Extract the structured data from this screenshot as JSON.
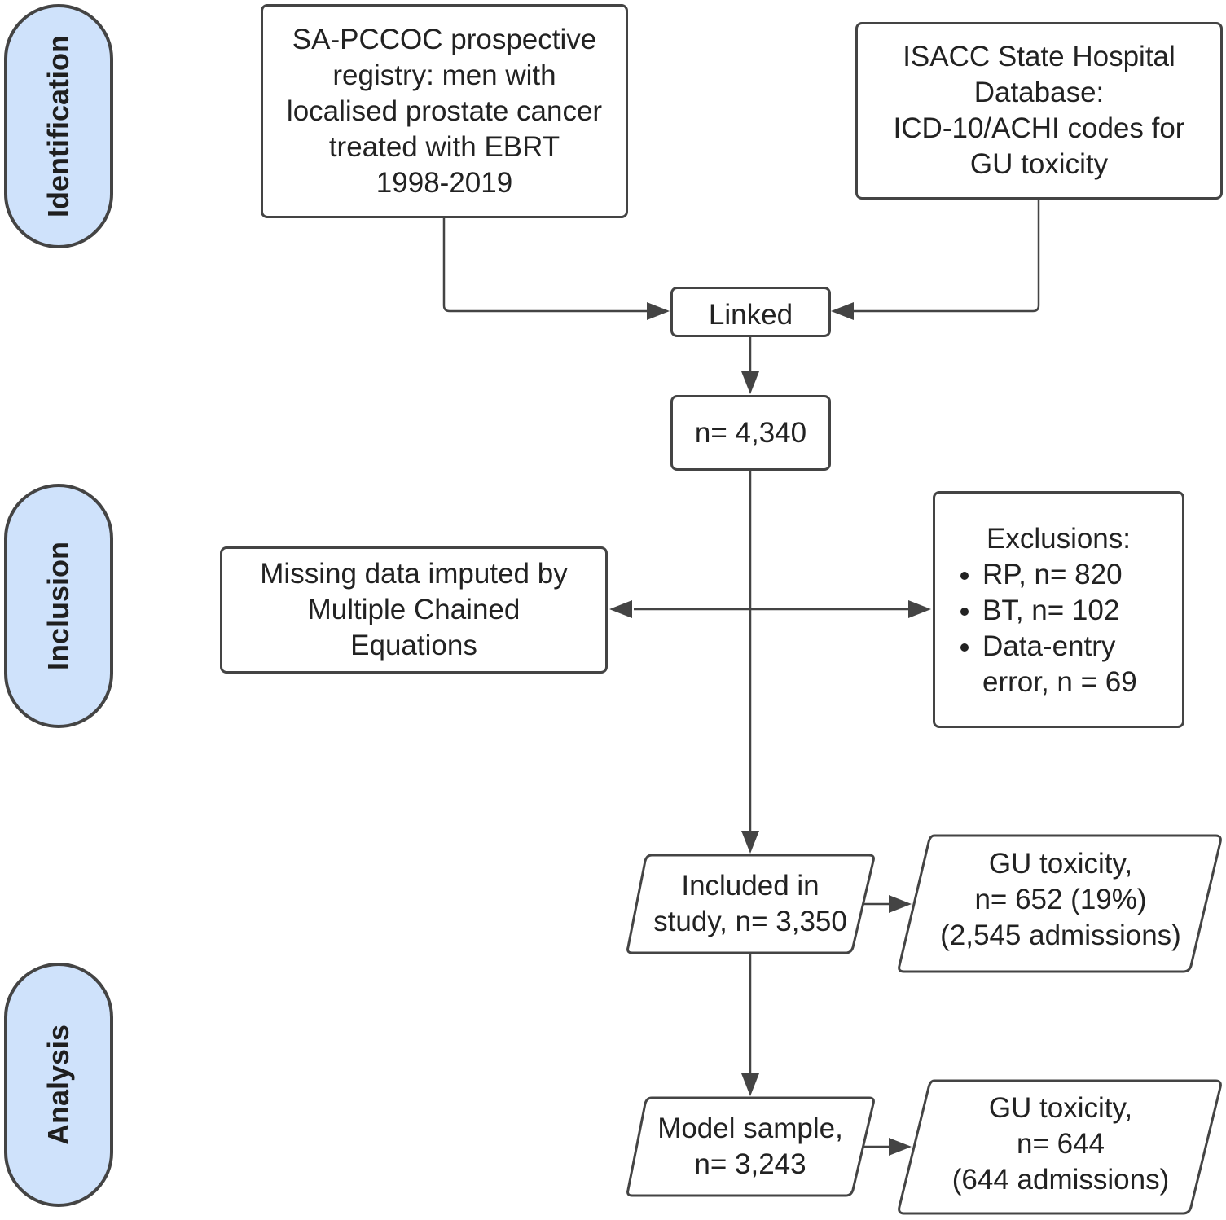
{
  "stages": {
    "identification": "Identification",
    "inclusion": "Inclusion",
    "analysis": "Analysis"
  },
  "registry": {
    "lines": [
      "SA-PCCOC prospective",
      "registry: men with",
      "localised prostate cancer",
      "treated with EBRT",
      "1998-2019"
    ]
  },
  "hospital_db": {
    "lines": [
      "ISACC State Hospital",
      "Database:",
      "ICD-10/ACHI codes for",
      "GU toxicity"
    ]
  },
  "linked": {
    "label": "Linked"
  },
  "total": {
    "label": "n= 4,340"
  },
  "imputation": {
    "lines": [
      "Missing data imputed by",
      "Multiple Chained",
      "Equations"
    ]
  },
  "exclusions": {
    "title": "Exclusions:",
    "items": [
      "RP, n= 820",
      "BT, n= 102",
      "Data-entry error, n = 69"
    ]
  },
  "included": {
    "lines": [
      "Included in",
      "study, n= 3,350"
    ]
  },
  "included_outcome": {
    "lines": [
      "GU toxicity,",
      "n= 652 (19%)",
      "(2,545 admissions)"
    ]
  },
  "model": {
    "lines": [
      "Model sample,",
      "n= 3,243"
    ]
  },
  "model_outcome": {
    "lines": [
      "GU toxicity,",
      "n= 644",
      "(644 admissions)"
    ]
  },
  "colors": {
    "stage_fill": "#cfe2fb",
    "stroke": "#444444"
  }
}
